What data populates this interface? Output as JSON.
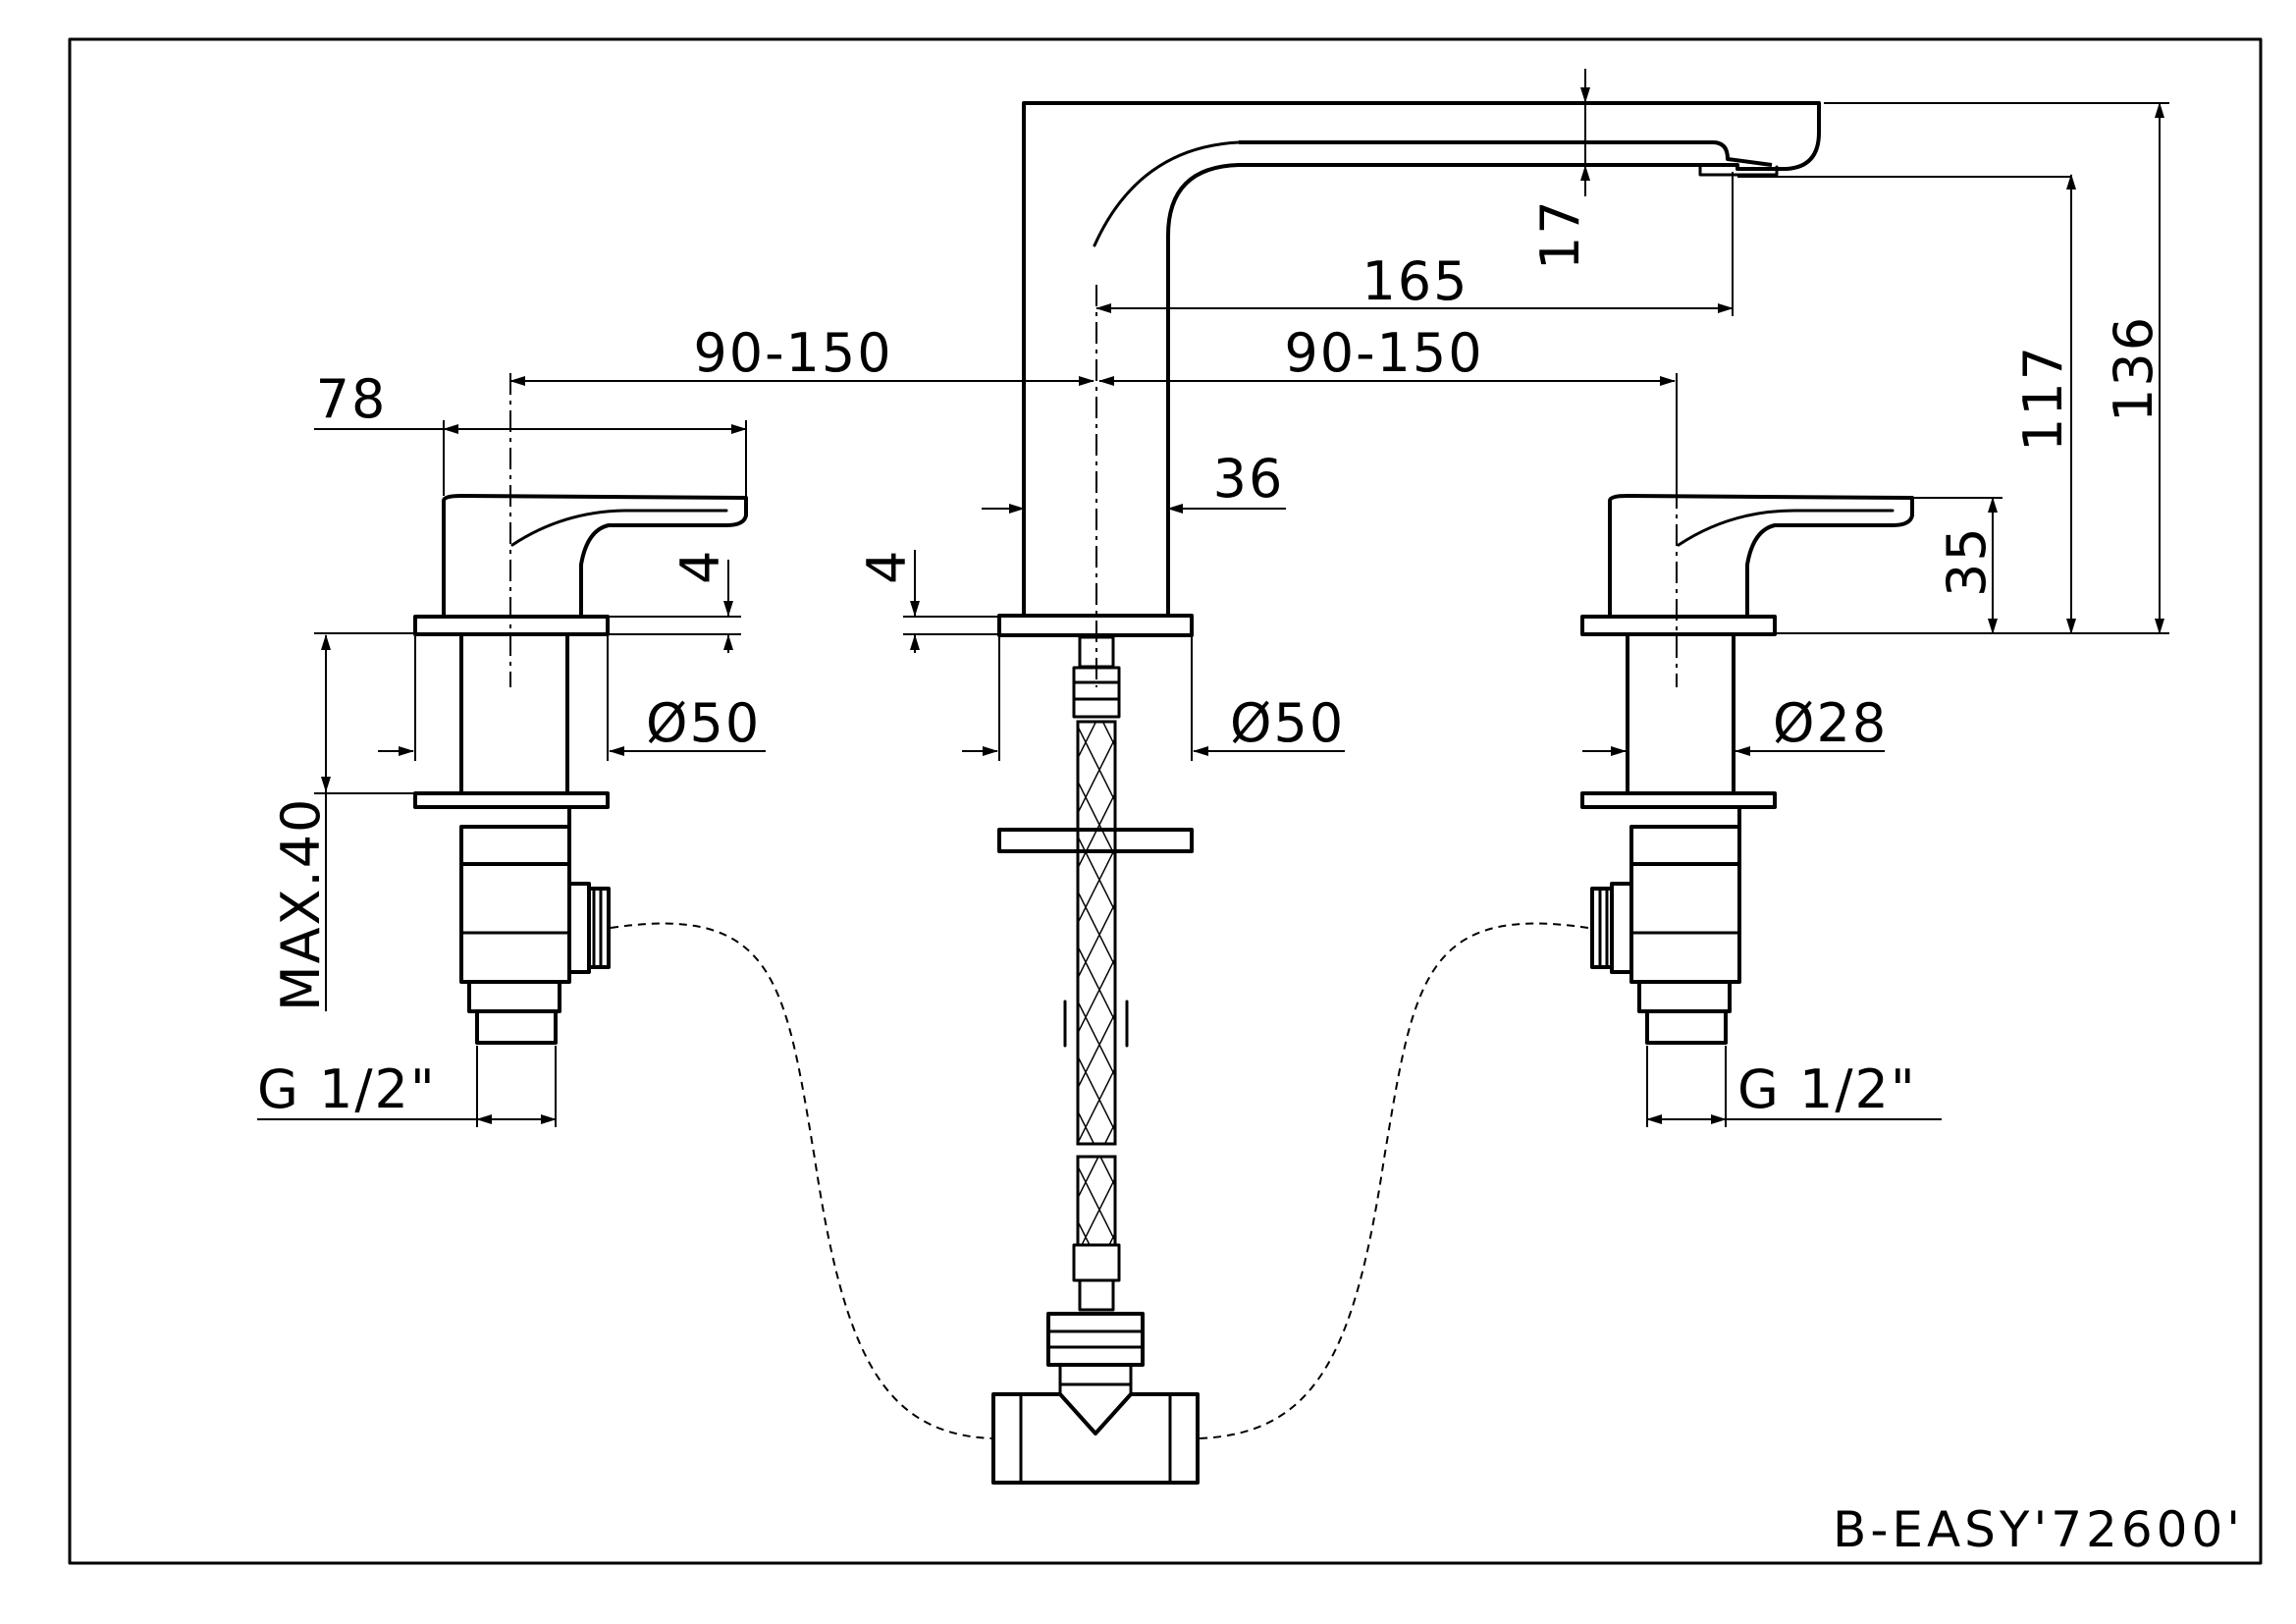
{
  "title_block": {
    "code": "B-EASY'72600'"
  },
  "dimensions": {
    "spout_top_gap": "17",
    "spout_reach": "165",
    "left_spacing": "90-150",
    "right_spacing": "90-150",
    "left_handle_width": "78",
    "spout_body_width": "36",
    "spout_height": "136",
    "outlet_height": "117",
    "right_handle_height": "35",
    "left_flange_thickness": "4",
    "center_flange_thickness": "4",
    "left_base_diameter": "Ø50",
    "center_base_diameter": "Ø50",
    "right_body_diameter": "Ø28",
    "max_deck_thickness": "MAX.40",
    "left_connection": "G 1/2\"",
    "right_connection": "G 1/2\""
  }
}
